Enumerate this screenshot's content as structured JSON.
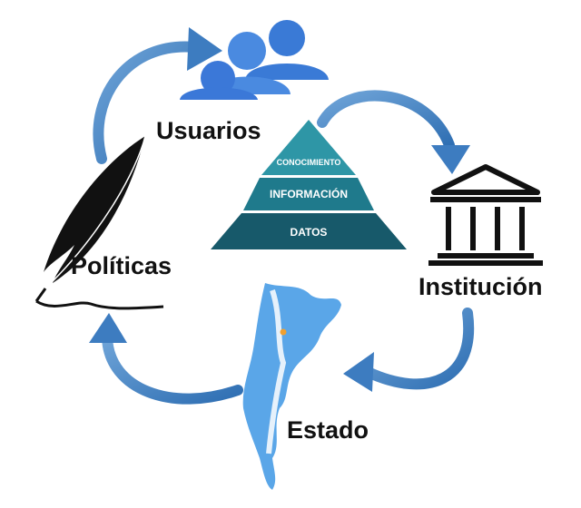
{
  "nodes": {
    "usuarios": "Usuarios",
    "politicas": "Políticas",
    "institucion": "Institución",
    "estado": "Estado"
  },
  "pyramid": {
    "levels": [
      "CONOCIMIENTO",
      "INFORMACIÓN",
      "DATOS"
    ],
    "colors": [
      "#2e96a6",
      "#1f7a8c",
      "#17596a"
    ]
  },
  "icons": {
    "usuarios": "users-icon",
    "institucion": "bank-building-icon",
    "politicas": "quill-pen-icon",
    "estado": "argentina-map-icon"
  },
  "colors": {
    "arrow": "#4a86c5",
    "users": "#3b78d8",
    "map": "#5aa6e8"
  }
}
